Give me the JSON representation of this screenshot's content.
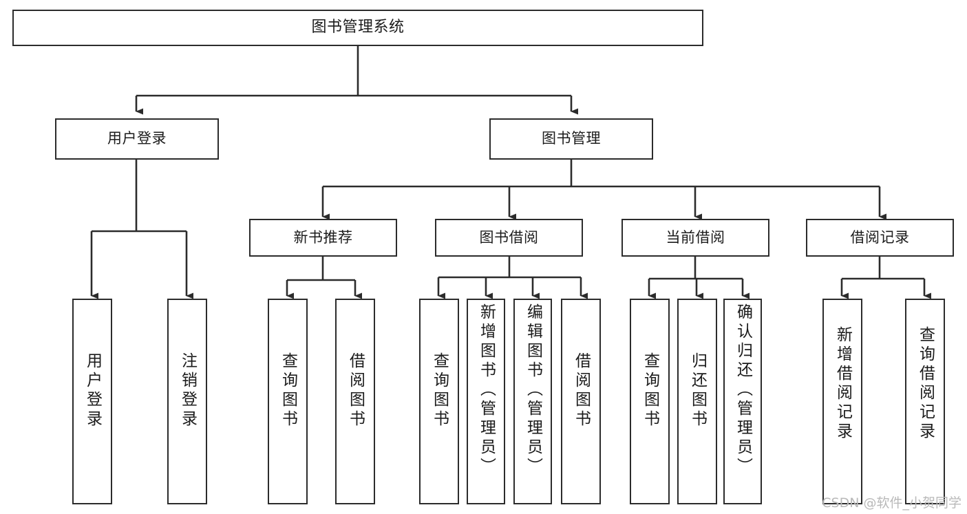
{
  "diagram": {
    "title": "图书管理系统",
    "type": "tree-hierarchy-chart",
    "watermark": "CSDN @软件_小贺同学",
    "colors": {
      "background": "#ffffff",
      "box_border": "#2b2b2b",
      "text": "#1b1b1b",
      "edge": "#2b2b2b",
      "watermark": "#b9b9b9"
    },
    "nodes": {
      "root": {
        "label": "图书管理系统",
        "level": 0
      },
      "level1": [
        {
          "id": "user-login",
          "label": "用户登录"
        },
        {
          "id": "book-management",
          "label": "图书管理"
        }
      ],
      "level2": [
        {
          "id": "new-book-recommend",
          "label": "新书推荐",
          "parent": "book-management"
        },
        {
          "id": "book-borrow",
          "label": "图书借阅",
          "parent": "book-management"
        },
        {
          "id": "current-borrow",
          "label": "当前借阅",
          "parent": "book-management"
        },
        {
          "id": "borrow-record",
          "label": "借阅记录",
          "parent": "book-management"
        }
      ],
      "leaves": [
        {
          "id": "leaf-user-login",
          "label": "用户登录",
          "parent": "user-login"
        },
        {
          "id": "leaf-logout-login",
          "label": "注销登录",
          "parent": "user-login"
        },
        {
          "id": "leaf-query-book-1",
          "label": "查询图书",
          "parent": "new-book-recommend"
        },
        {
          "id": "leaf-borrow-book-1",
          "label": "借阅图书",
          "parent": "new-book-recommend"
        },
        {
          "id": "leaf-query-book-2",
          "label": "查询图书",
          "parent": "book-borrow"
        },
        {
          "id": "leaf-add-book-admin",
          "label": "新增图书（管理员）",
          "parent": "book-borrow"
        },
        {
          "id": "leaf-edit-book-admin",
          "label": "编辑图书（管理员）",
          "parent": "book-borrow"
        },
        {
          "id": "leaf-borrow-book-2",
          "label": "借阅图书",
          "parent": "book-borrow"
        },
        {
          "id": "leaf-query-book-3",
          "label": "查询图书",
          "parent": "current-borrow"
        },
        {
          "id": "leaf-return-book",
          "label": "归还图书",
          "parent": "current-borrow"
        },
        {
          "id": "leaf-confirm-return-admin",
          "label": "确认归还（管理员）",
          "parent": "current-borrow"
        },
        {
          "id": "leaf-add-borrow-record",
          "label": "新增借阅记录",
          "parent": "borrow-record"
        },
        {
          "id": "leaf-query-borrow-record",
          "label": "查询借阅记录",
          "parent": "borrow-record"
        }
      ]
    }
  }
}
